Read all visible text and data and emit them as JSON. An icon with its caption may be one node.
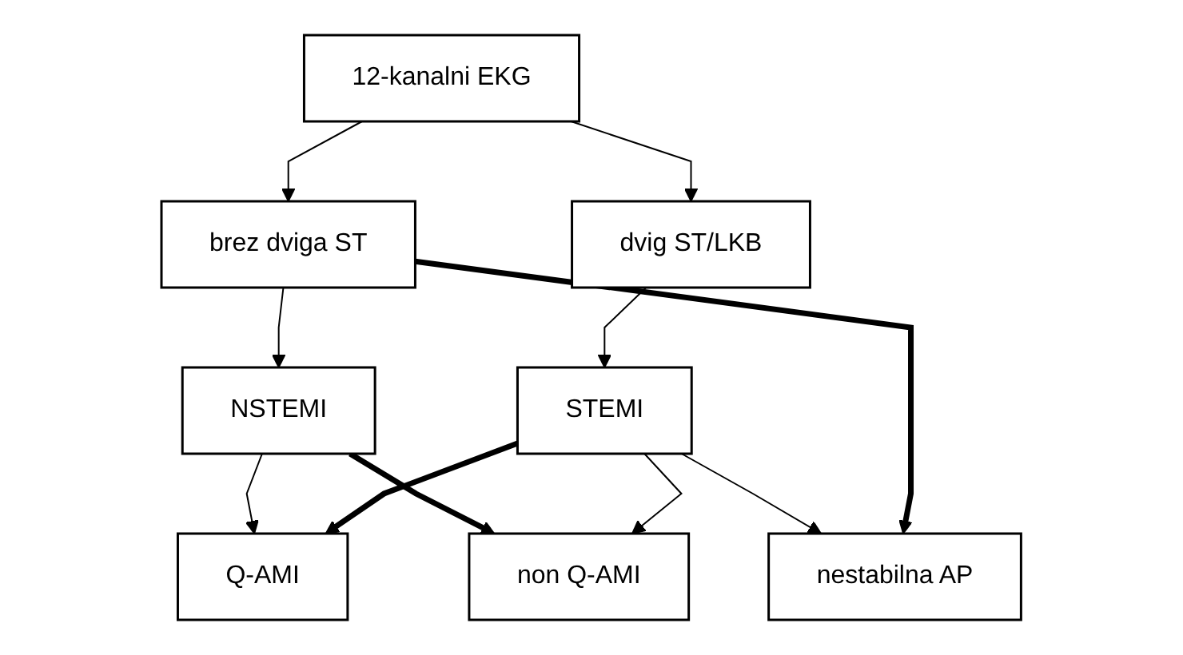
{
  "diagram": {
    "nodes": [
      {
        "text": [
          "12-kanalni EKG"
        ]
      },
      {
        "text": [
          "dvig ST/LKB"
        ]
      },
      {
        "text": [
          "brez dviga ST"
        ]
      },
      {
        "text": [
          "STEMI"
        ]
      },
      {
        "text": [
          "NSTEMI"
        ]
      },
      {
        "text": [
          "Q-AMI"
        ]
      },
      {
        "text": [
          "non Q-AMI"
        ]
      },
      {
        "text": [
          "nestabilna AP"
        ]
      }
    ],
    "edges": [
      {
        "from": 0,
        "to": 1,
        "arrow": "to"
      },
      {
        "from": 0,
        "to": 2,
        "arrow": "to"
      },
      {
        "from": 1,
        "to": 3,
        "arrow": "to"
      },
      {
        "from": 2,
        "to": 4,
        "arrow": "to"
      },
      {
        "from": 2,
        "to": 7,
        "arrow": "to",
        "style": "thick"
      },
      {
        "from": 3,
        "to": 5,
        "arrow": "to",
        "style": "thick"
      },
      {
        "from": 3,
        "to": 6,
        "arrow": "to"
      },
      {
        "from": 3,
        "to": 7,
        "arrow": "to"
      },
      {
        "from": 4,
        "to": 5,
        "arrow": "to"
      },
      {
        "from": 4,
        "to": 6,
        "arrow": "to",
        "style": "thick"
      }
    ]
  }
}
